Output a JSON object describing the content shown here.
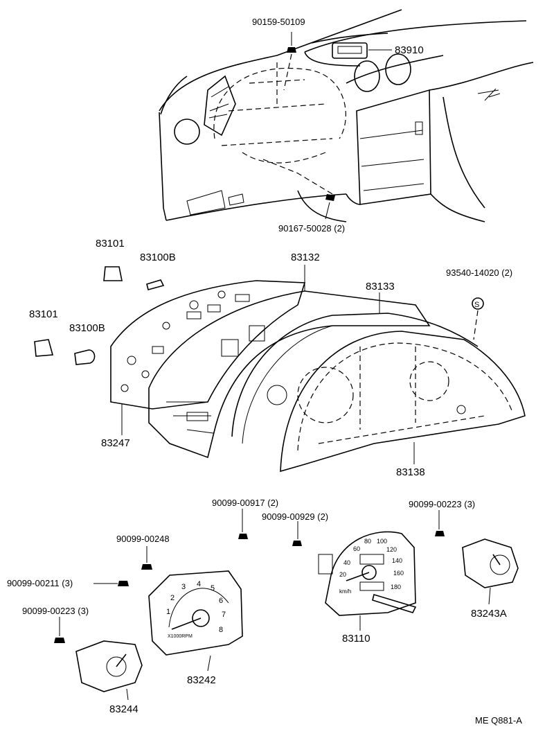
{
  "diagram": {
    "part_labels": {
      "p90159_50109": "90159-50109",
      "p83910": "83910",
      "p90167_50028": "90167-50028 (2)",
      "p83101_a": "83101",
      "p83100b_a": "83100B",
      "p83132": "83132",
      "p93540_14020": "93540-14020 (2)",
      "p83133": "83133",
      "p83101_b": "83101",
      "p83100b_b": "83100B",
      "p83247": "83247",
      "p83138": "83138",
      "p90099_00917": "90099-00917 (2)",
      "p90099_00929": "90099-00929 (2)",
      "p90099_00223_a": "90099-00223 (3)",
      "p90099_00248": "90099-00248",
      "p90099_00211": "90099-00211 (3)",
      "p83110": "83110",
      "p83243a": "83243A",
      "p90099_00223_b": "90099-00223 (3)",
      "p83242": "83242",
      "p83244": "83244"
    },
    "speedo_ticks": [
      "20",
      "40",
      "60",
      "80",
      "100",
      "120",
      "140",
      "160",
      "180"
    ],
    "speedo_unit": "km/h",
    "tacho_ticks": [
      "1",
      "2",
      "3",
      "4",
      "5",
      "6",
      "7",
      "8"
    ],
    "tacho_unit": "X1000RPM",
    "screw_symbol": "S",
    "footer_code": "ME Q881-A"
  }
}
